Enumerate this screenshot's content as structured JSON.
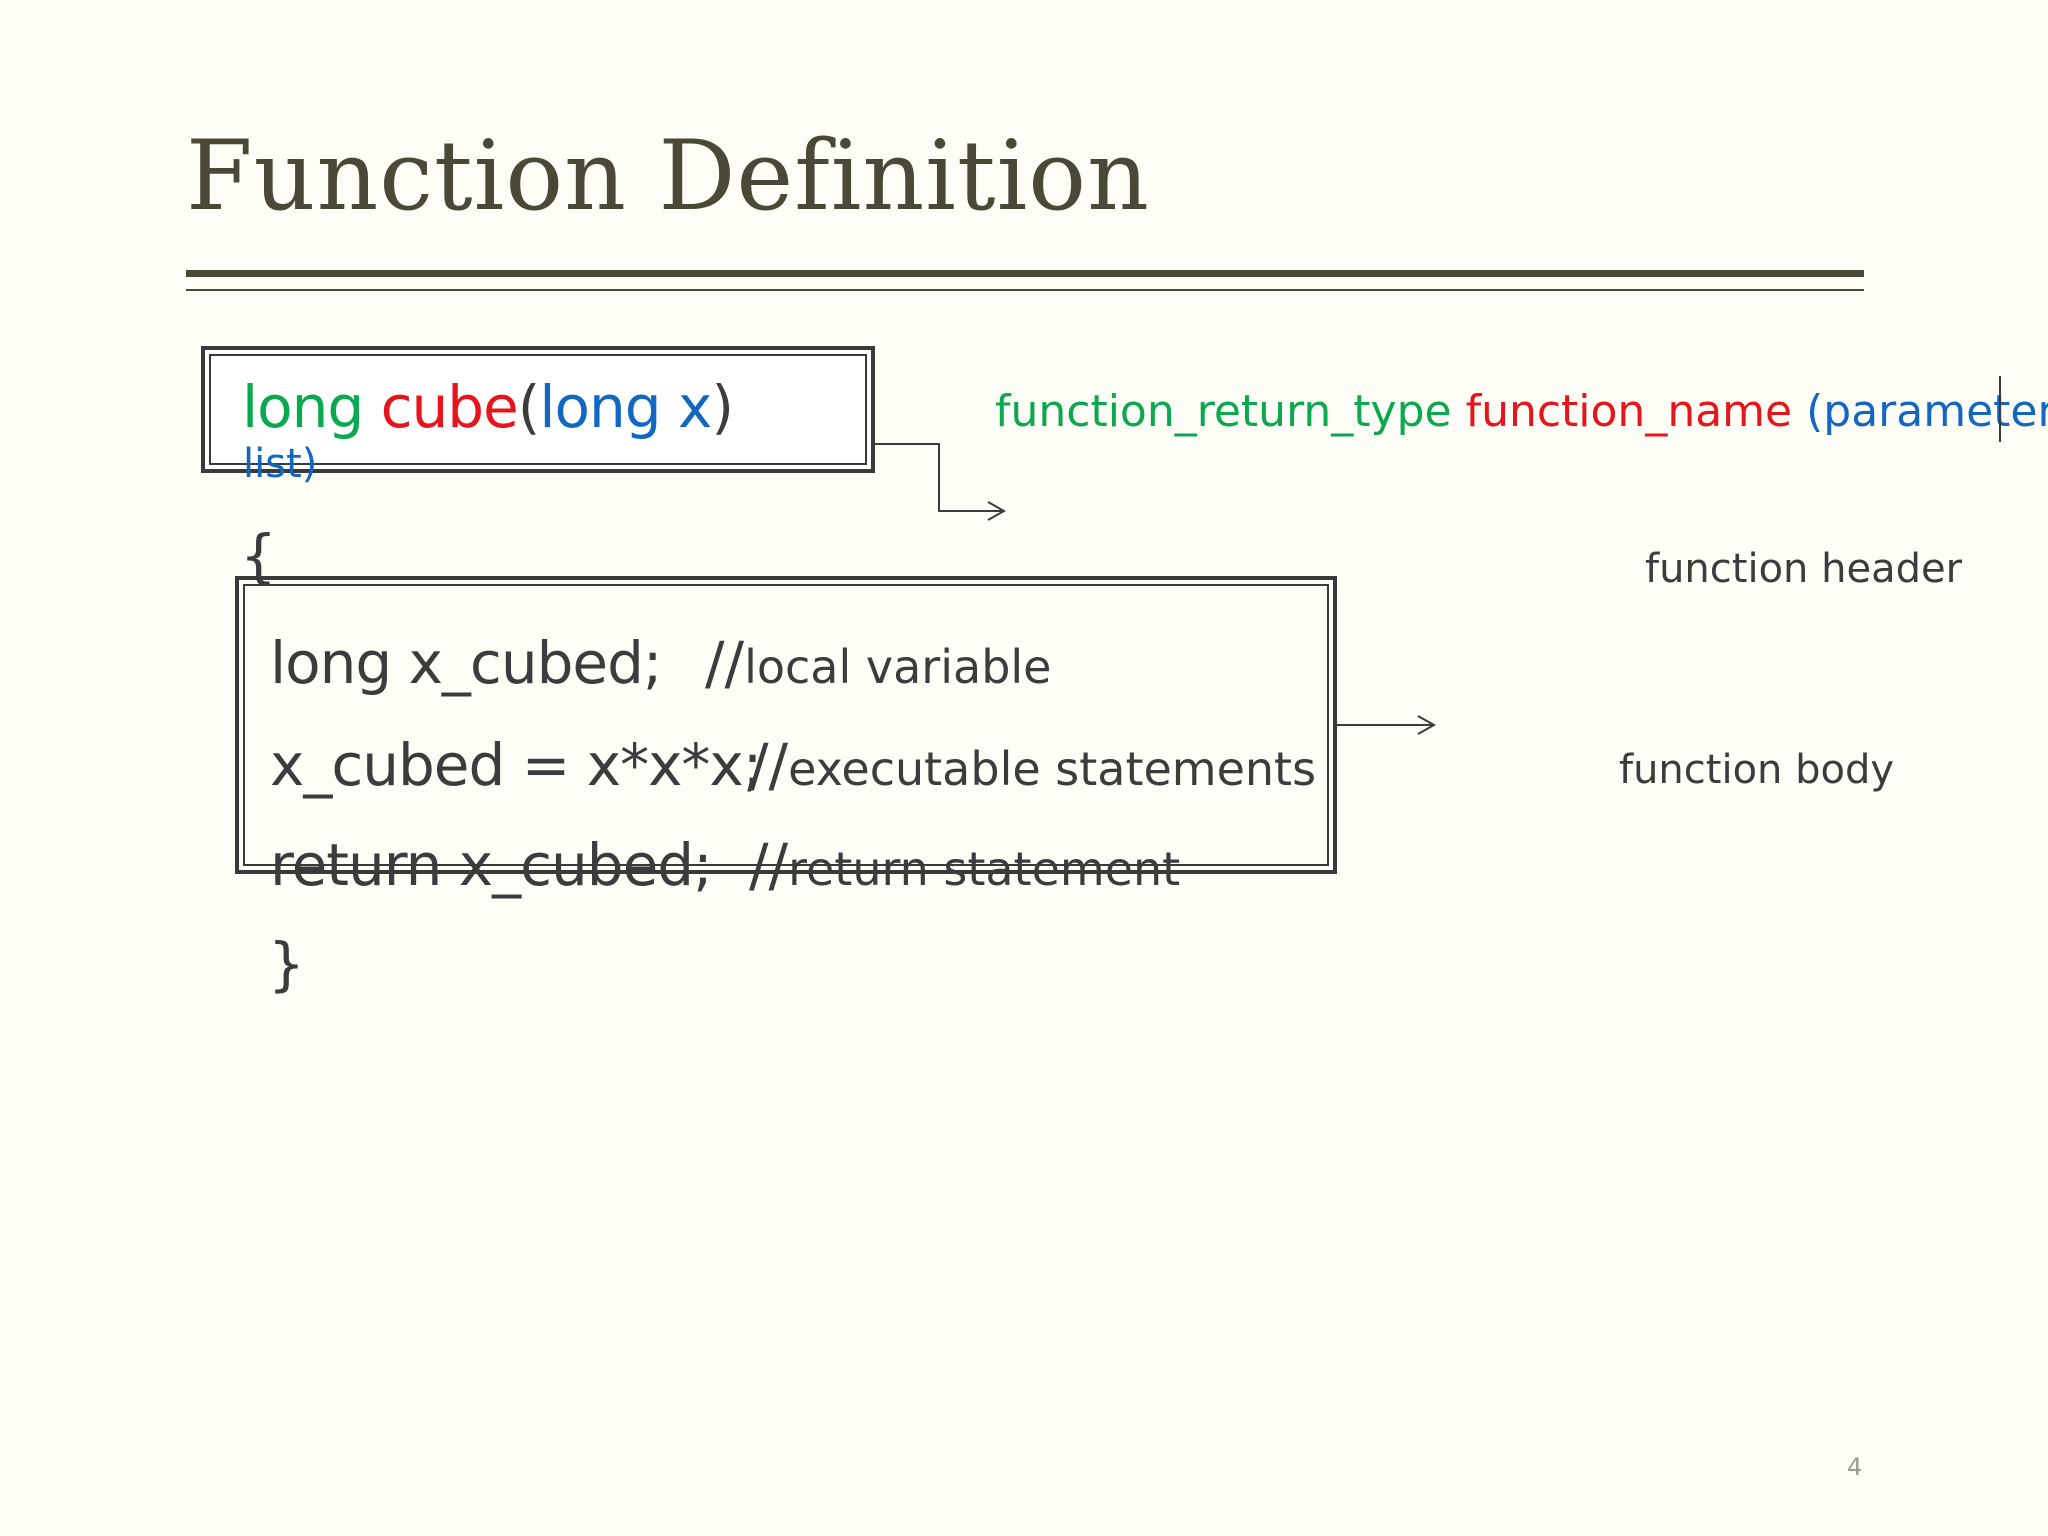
{
  "slide": {
    "title": "Function Definition",
    "page_number": "4"
  },
  "header_code": {
    "return_type": "long ",
    "name": "cube",
    "open_paren": "(",
    "param": "long x",
    "close_paren": ")",
    "overflow": "list)"
  },
  "body_code": {
    "open_brace": "{",
    "close_brace": "}",
    "statements": [
      {
        "code": "long x_cubed;",
        "slashes": "//",
        "comment": "local variable"
      },
      {
        "code": "x_cubed = x*x*x;",
        "slashes": "//",
        "comment": "executable statements"
      },
      {
        "code": "return x_cubed;",
        "slashes": "//",
        "comment": "return statement"
      }
    ]
  },
  "syntax": {
    "return_type": "function_return_type",
    "name": "function_name",
    "params": "(parameter"
  },
  "labels": {
    "header": "function header",
    "body": "function body"
  },
  "colors": {
    "background": "#fefef6",
    "title": "#4a4837",
    "return_type": "#0aa84f",
    "function_name": "#e8141c",
    "parameter": "#1268c1",
    "text": "#3c3c3c"
  }
}
